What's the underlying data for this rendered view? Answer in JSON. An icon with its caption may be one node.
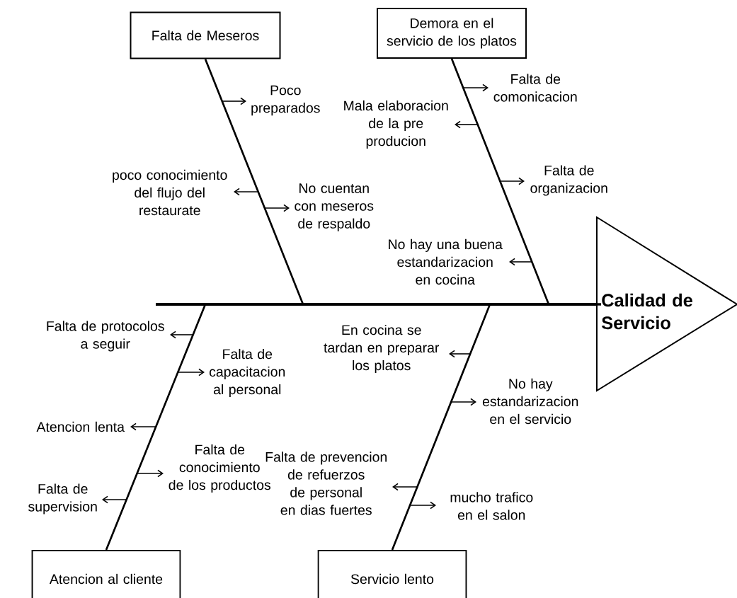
{
  "diagram": {
    "nodes": [
      {
        "text": [
          "Falta de Meseros"
        ]
      },
      {
        "text": [
          "Demora en el servicio de los platos"
        ]
      },
      {
        "text": [
          "Poco preparados"
        ]
      },
      {
        "text": [
          "Falta de comonicacion"
        ]
      },
      {
        "text": [
          "Mala elaboracion de la pre producion"
        ]
      },
      {
        "text": [
          "poco conocimiento del flujo del restaurate"
        ]
      },
      {
        "text": [
          "No cuentan con meseros de respaldo"
        ]
      },
      {
        "text": [
          "Falta de organizacion"
        ]
      },
      {
        "text": [
          "No hay una buena estandarizacion en cocina"
        ]
      },
      {
        "text": [
          "Calidad de Servicio"
        ]
      },
      {
        "text": [
          "Falta de protocolos a seguir"
        ]
      },
      {
        "text": [
          "En cocina se tardan en preparar los platos"
        ]
      },
      {
        "text": [
          "Falta de capacitacion al personal"
        ]
      },
      {
        "text": [
          "No hay estandarizacion en el servicio"
        ]
      },
      {
        "text": [
          "Atencion lenta"
        ]
      },
      {
        "text": [
          "Falta de conocimiento de los productos"
        ]
      },
      {
        "text": [
          "Falta de prevencion de refuerzos de personal en dias fuertes"
        ]
      },
      {
        "text": [
          "Falta de supervision"
        ]
      },
      {
        "text": [
          "mucho trafico en el salon"
        ]
      },
      {
        "text": [
          "Atencion al cliente"
        ]
      },
      {
        "text": [
          "Servicio lento"
        ]
      }
    ],
    "edges": [
      {
        "from": 0,
        "to": 9,
        "arrow": "none"
      },
      {
        "from": 1,
        "to": 9,
        "arrow": "none"
      },
      {
        "from": 19,
        "to": 9,
        "arrow": "none"
      },
      {
        "from": 20,
        "to": 9,
        "arrow": "none"
      },
      {
        "from": null,
        "to": 2,
        "arrow": "to"
      },
      {
        "from": null,
        "to": 5,
        "arrow": "to"
      },
      {
        "from": null,
        "to": 6,
        "arrow": "to"
      },
      {
        "from": null,
        "to": 3,
        "arrow": "to"
      },
      {
        "from": null,
        "to": 4,
        "arrow": "to"
      },
      {
        "from": null,
        "to": 7,
        "arrow": "to"
      },
      {
        "from": null,
        "to": 8,
        "arrow": "to"
      },
      {
        "from": null,
        "to": 10,
        "arrow": "to"
      },
      {
        "from": null,
        "to": 12,
        "arrow": "to"
      },
      {
        "from": null,
        "to": 14,
        "arrow": "to"
      },
      {
        "from": null,
        "to": 15,
        "arrow": "to"
      },
      {
        "from": null,
        "to": 17,
        "arrow": "to"
      },
      {
        "from": null,
        "to": 11,
        "arrow": "to"
      },
      {
        "from": null,
        "to": 13,
        "arrow": "to"
      },
      {
        "from": null,
        "to": 16,
        "arrow": "to"
      },
      {
        "from": null,
        "to": 18,
        "arrow": "to"
      }
    ]
  }
}
